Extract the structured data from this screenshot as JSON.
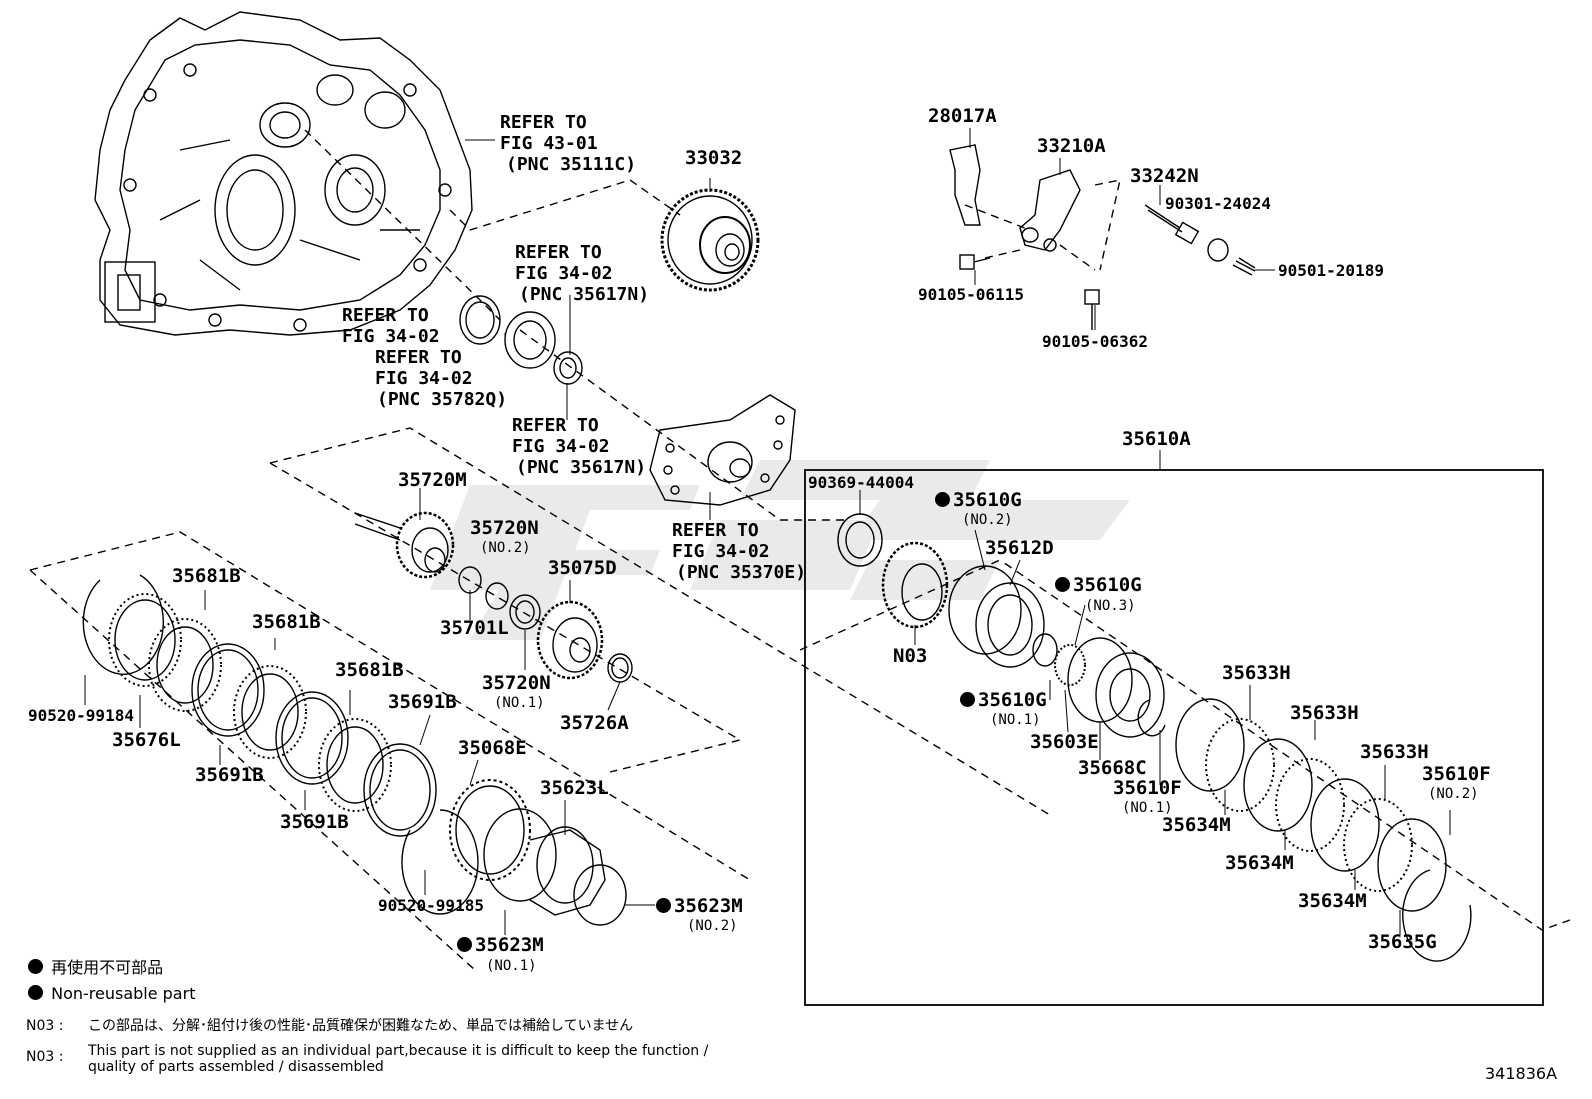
{
  "labels": {
    "p33032": "33032",
    "ref_43": [
      "REFER TO",
      "FIG 43-01",
      "(PNC 35111C)"
    ],
    "ref_617a": [
      "REFER TO",
      "FIG 34-02",
      "(PNC 35617N)"
    ],
    "ref_plain": [
      "REFER TO",
      "FIG 34-02"
    ],
    "ref_782": [
      "REFER TO",
      "FIG 34-02",
      "(PNC 35782Q)"
    ],
    "ref_617b": [
      "REFER TO",
      "FIG 34-02",
      "(PNC 35617N)"
    ],
    "ref_370": [
      "REFER TO",
      "FIG 34-02",
      "(PNC 35370E)"
    ],
    "p28017A": "28017A",
    "p33210A": "33210A",
    "p33242N": "33242N",
    "p90301": "90301-24024",
    "p90501": "90501-20189",
    "p90105a": "90105-06115",
    "p90105b": "90105-06362",
    "p35610A": "35610A",
    "p90369": "90369-44004",
    "p35610G2": "35610G",
    "p35610G2_sub": "(NO.2)",
    "p35612D": "35612D",
    "p35610G3": "35610G",
    "p35610G3_sub": "(NO.3)",
    "pN03": "N03",
    "p35610G1": "35610G",
    "p35610G1_sub": "(NO.1)",
    "p35603E": "35603E",
    "p35668C": "35668C",
    "p35610F1": "35610F",
    "p35610F1_sub": "(NO.1)",
    "p35633H_a": "35633H",
    "p35633H_b": "35633H",
    "p35633H_c": "35633H",
    "p35610F2": "35610F",
    "p35610F2_sub": "(NO.2)",
    "p35634M_a": "35634M",
    "p35634M_b": "35634M",
    "p35634M_c": "35634M",
    "p35635G": "35635G",
    "p35720M": "35720M",
    "p35720N2": "35720N",
    "p35720N2_sub": "(NO.2)",
    "p35075D": "35075D",
    "p35701L": "35701L",
    "p35720N1": "35720N",
    "p35720N1_sub": "(NO.1)",
    "p35726A": "35726A",
    "p35681B_a": "35681B",
    "p35681B_b": "35681B",
    "p35681B_c": "35681B",
    "p35691B_a": "35691B",
    "p35691B_b": "35691B",
    "p35691B_c": "35691B",
    "p90520a": "90520-99184",
    "p35676L": "35676L",
    "p35068E": "35068E",
    "p35623L": "35623L",
    "p90520b": "90520-99185",
    "p35623M2": "35623M",
    "p35623M2_sub": "(NO.2)",
    "p35623M1": "35623M",
    "p35623M1_sub": "(NO.1)"
  },
  "legend": {
    "jp": "再使用不可部品",
    "en": "Non-reusable part"
  },
  "notes": {
    "code": "N03 :",
    "jp": "この部品は、分解･組付け後の性能･品質確保が困難なため、単品では補給していません",
    "en_line1": "This part is not supplied as an individual part,because it is difficult to keep the function /",
    "en_line2": "quality of parts assembled / disassembled"
  },
  "figure_number": "341836A"
}
